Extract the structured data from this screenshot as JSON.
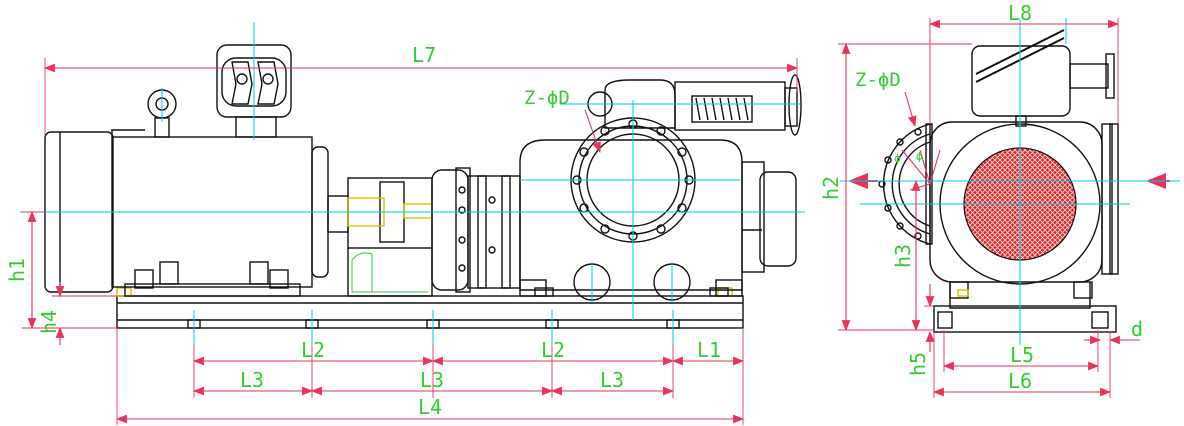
{
  "drawing": {
    "labels": {
      "L7": "L7",
      "L8": "L8",
      "Z_D_front": "Z-ϕD",
      "Z_D_side": "Z-ϕD",
      "h1": "h1",
      "h2": "h2",
      "h3": "h3",
      "h4": "h4",
      "h5": "h5",
      "L1": "L1",
      "L2_a": "L2",
      "L2_b": "L2",
      "L3_a": "L3",
      "L3_b": "L3",
      "L3_c": "L3",
      "L4": "L4",
      "L5": "L5",
      "L6": "L6",
      "d": "d"
    },
    "colors": {
      "outline": "#111111",
      "centerline": "#00c8e6",
      "dimension": "#e8325a",
      "label": "#33cc33",
      "outlet_fill": "#d92626",
      "coupling": "#d8c400"
    }
  }
}
